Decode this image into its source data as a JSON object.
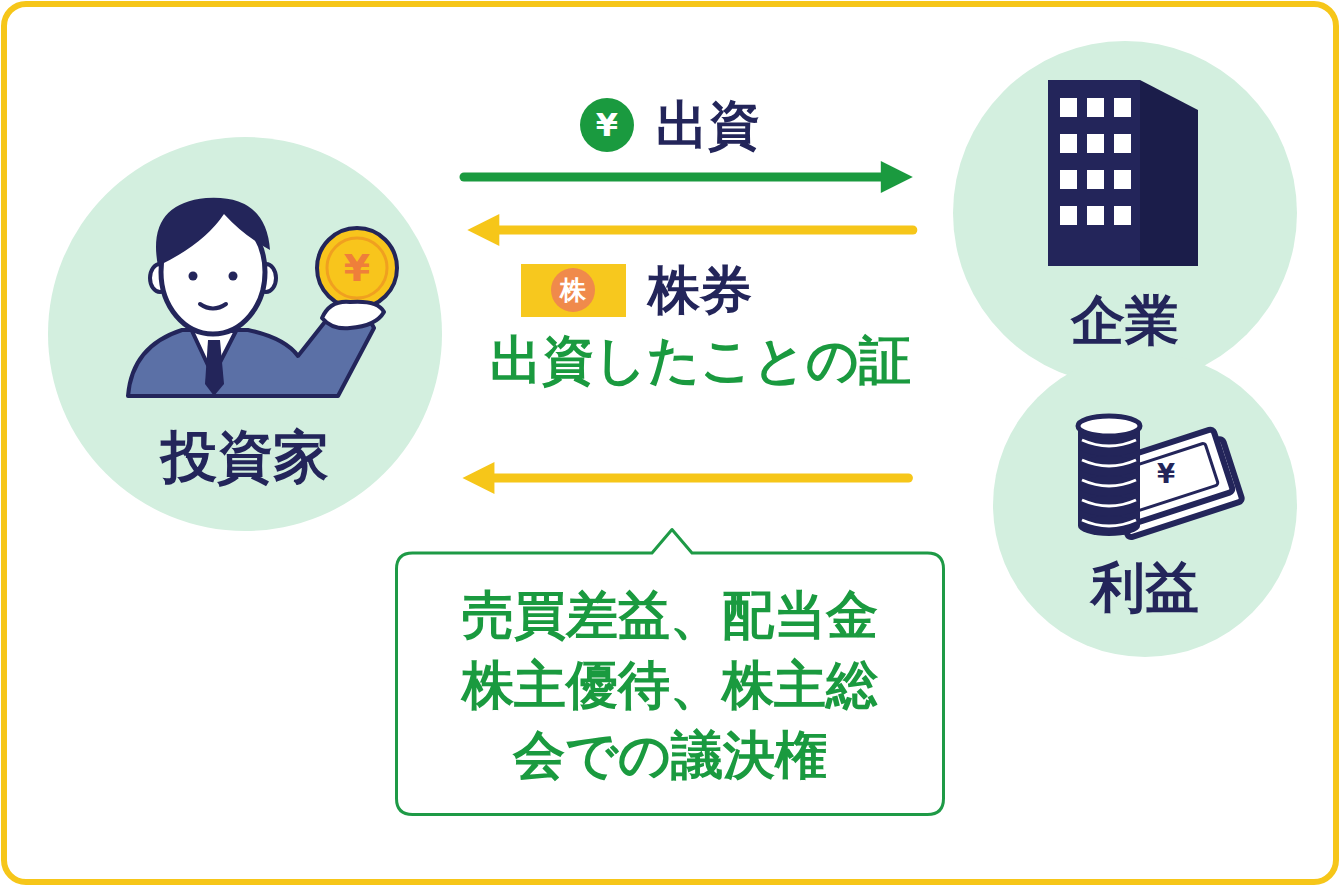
{
  "diagram": {
    "nodes": [
      {
        "text": [
          "投資家"
        ]
      },
      {
        "text": [
          "企業"
        ]
      },
      {
        "text": [
          "利益"
        ]
      },
      {
        "text": [
          "売買差益、配当金 株主優待、株主総 会での議決権"
        ]
      }
    ],
    "edges": [
      {
        "from": 0,
        "to": 1,
        "arrow": "to",
        "label": "出資"
      },
      {
        "from": 1,
        "to": 0,
        "arrow": "to",
        "label": "株券 出資したことの証"
      },
      {
        "from": 2,
        "to": 0,
        "arrow": "to"
      }
    ],
    "labels": [
      "¥",
      "株",
      "¥",
      "¥"
    ]
  }
}
